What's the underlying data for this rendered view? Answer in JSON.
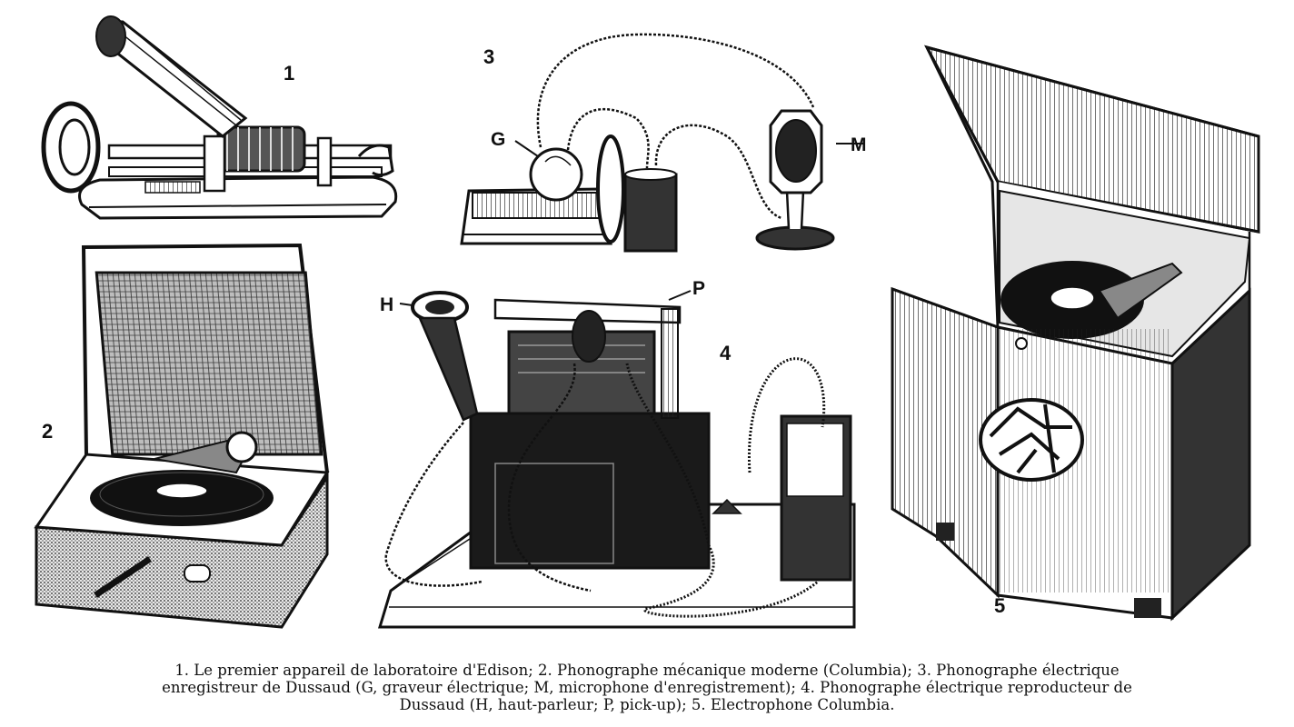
{
  "figure_labels": {
    "fig1": "1",
    "fig2": "2",
    "fig3": "3",
    "fig4": "4",
    "fig5": "5",
    "label_g": "G",
    "label_m": "M",
    "label_h": "H",
    "label_p": "P"
  },
  "caption": {
    "line1": "1. Le premier appareil de laboratoire d'Edison; 2. Phonographe mécanique moderne (Columbia); 3. Phonographe électrique",
    "line2": "enregistreur de Dussaud (G, graveur électrique; M, microphone d'enregistrement); 4. Phonographe électrique reproducteur de",
    "line3": "Dussaud (H, haut-parleur; P, pick-up); 5. Electrophone Columbia."
  }
}
